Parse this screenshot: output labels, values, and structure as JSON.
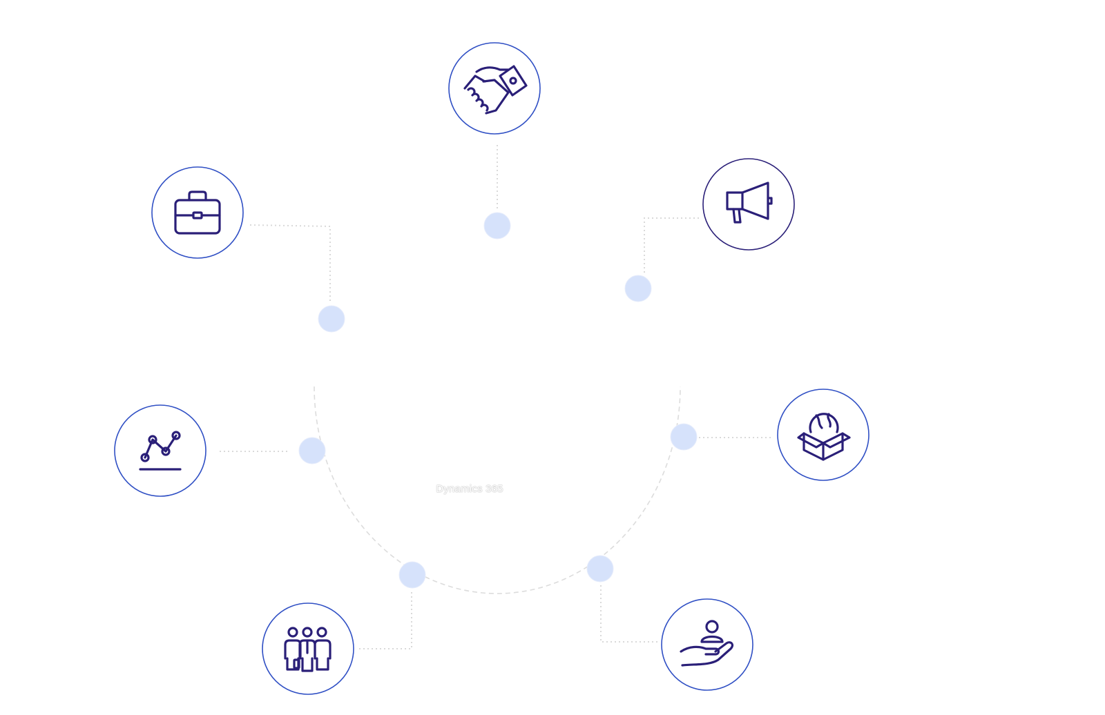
{
  "diagram": {
    "center_label": "Dynamics 365",
    "colors": {
      "ring_primary": "#2f4fc4",
      "ring_dark": "#2a1f78",
      "glyph": "#2a1f78",
      "node_dot": "#d6e2fb",
      "connector": "#d9d9d9"
    },
    "nodes": [
      {
        "id": "sales",
        "icon": "handshake-money-icon"
      },
      {
        "id": "marketing",
        "icon": "megaphone-icon"
      },
      {
        "id": "supply-chain",
        "icon": "globe-box-icon"
      },
      {
        "id": "customer-service",
        "icon": "hand-person-icon"
      },
      {
        "id": "human-resources",
        "icon": "team-people-icon"
      },
      {
        "id": "analytics",
        "icon": "line-chart-icon"
      },
      {
        "id": "business-central",
        "icon": "briefcase-icon"
      }
    ]
  }
}
